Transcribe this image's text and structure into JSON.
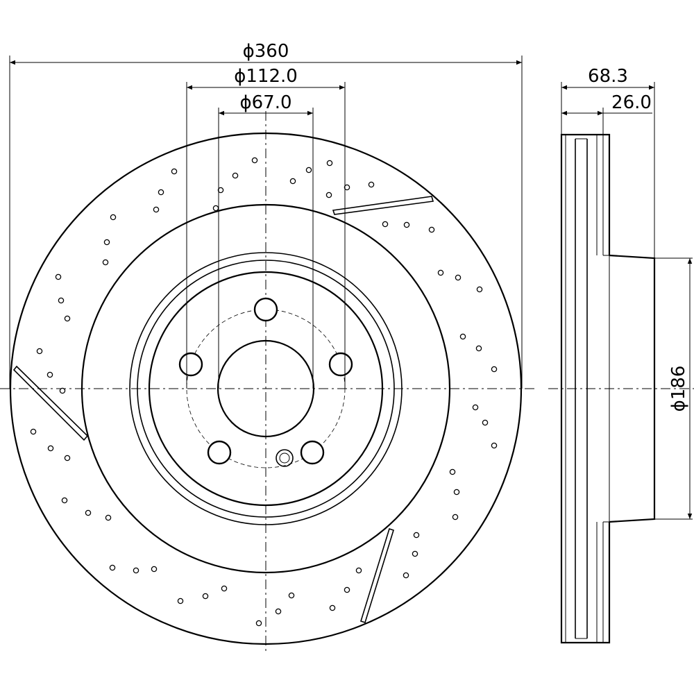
{
  "drawing": {
    "dimensions": {
      "outer_diameter": "ϕ360",
      "pcd": "ϕ112.0",
      "center_bore": "ϕ67.0",
      "total_height": "68.3",
      "disc_thickness": "26.0",
      "hat_diameter": "ϕ186"
    },
    "features": {
      "bolt_holes": 5,
      "cross_drilled": true,
      "slotted": true,
      "vented": true
    }
  }
}
